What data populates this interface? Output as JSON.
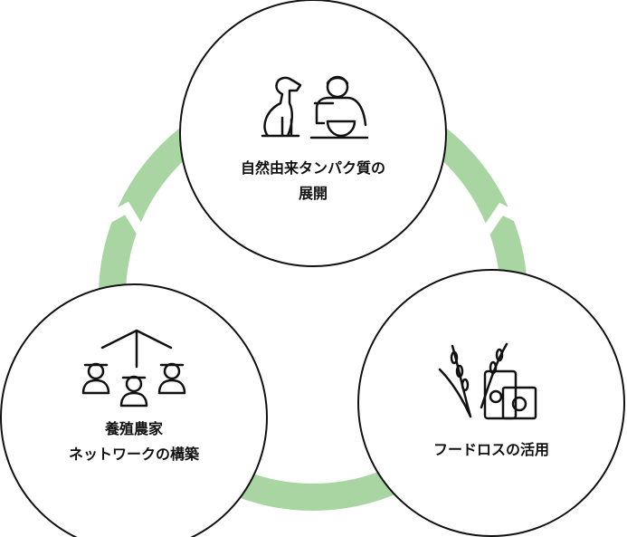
{
  "colors": {
    "ring": "#a8d5a2",
    "stroke": "#111111"
  },
  "nodes": [
    {
      "line1": "自然由来タンパク質の",
      "line2": "展開",
      "icon": "dog-and-person-eating-icon"
    },
    {
      "line1": "養殖農家",
      "line2": "ネットワークの構築",
      "icon": "farmer-network-icon"
    },
    {
      "line1": "フードロスの活用",
      "icon": "rice-and-food-package-icon"
    }
  ]
}
